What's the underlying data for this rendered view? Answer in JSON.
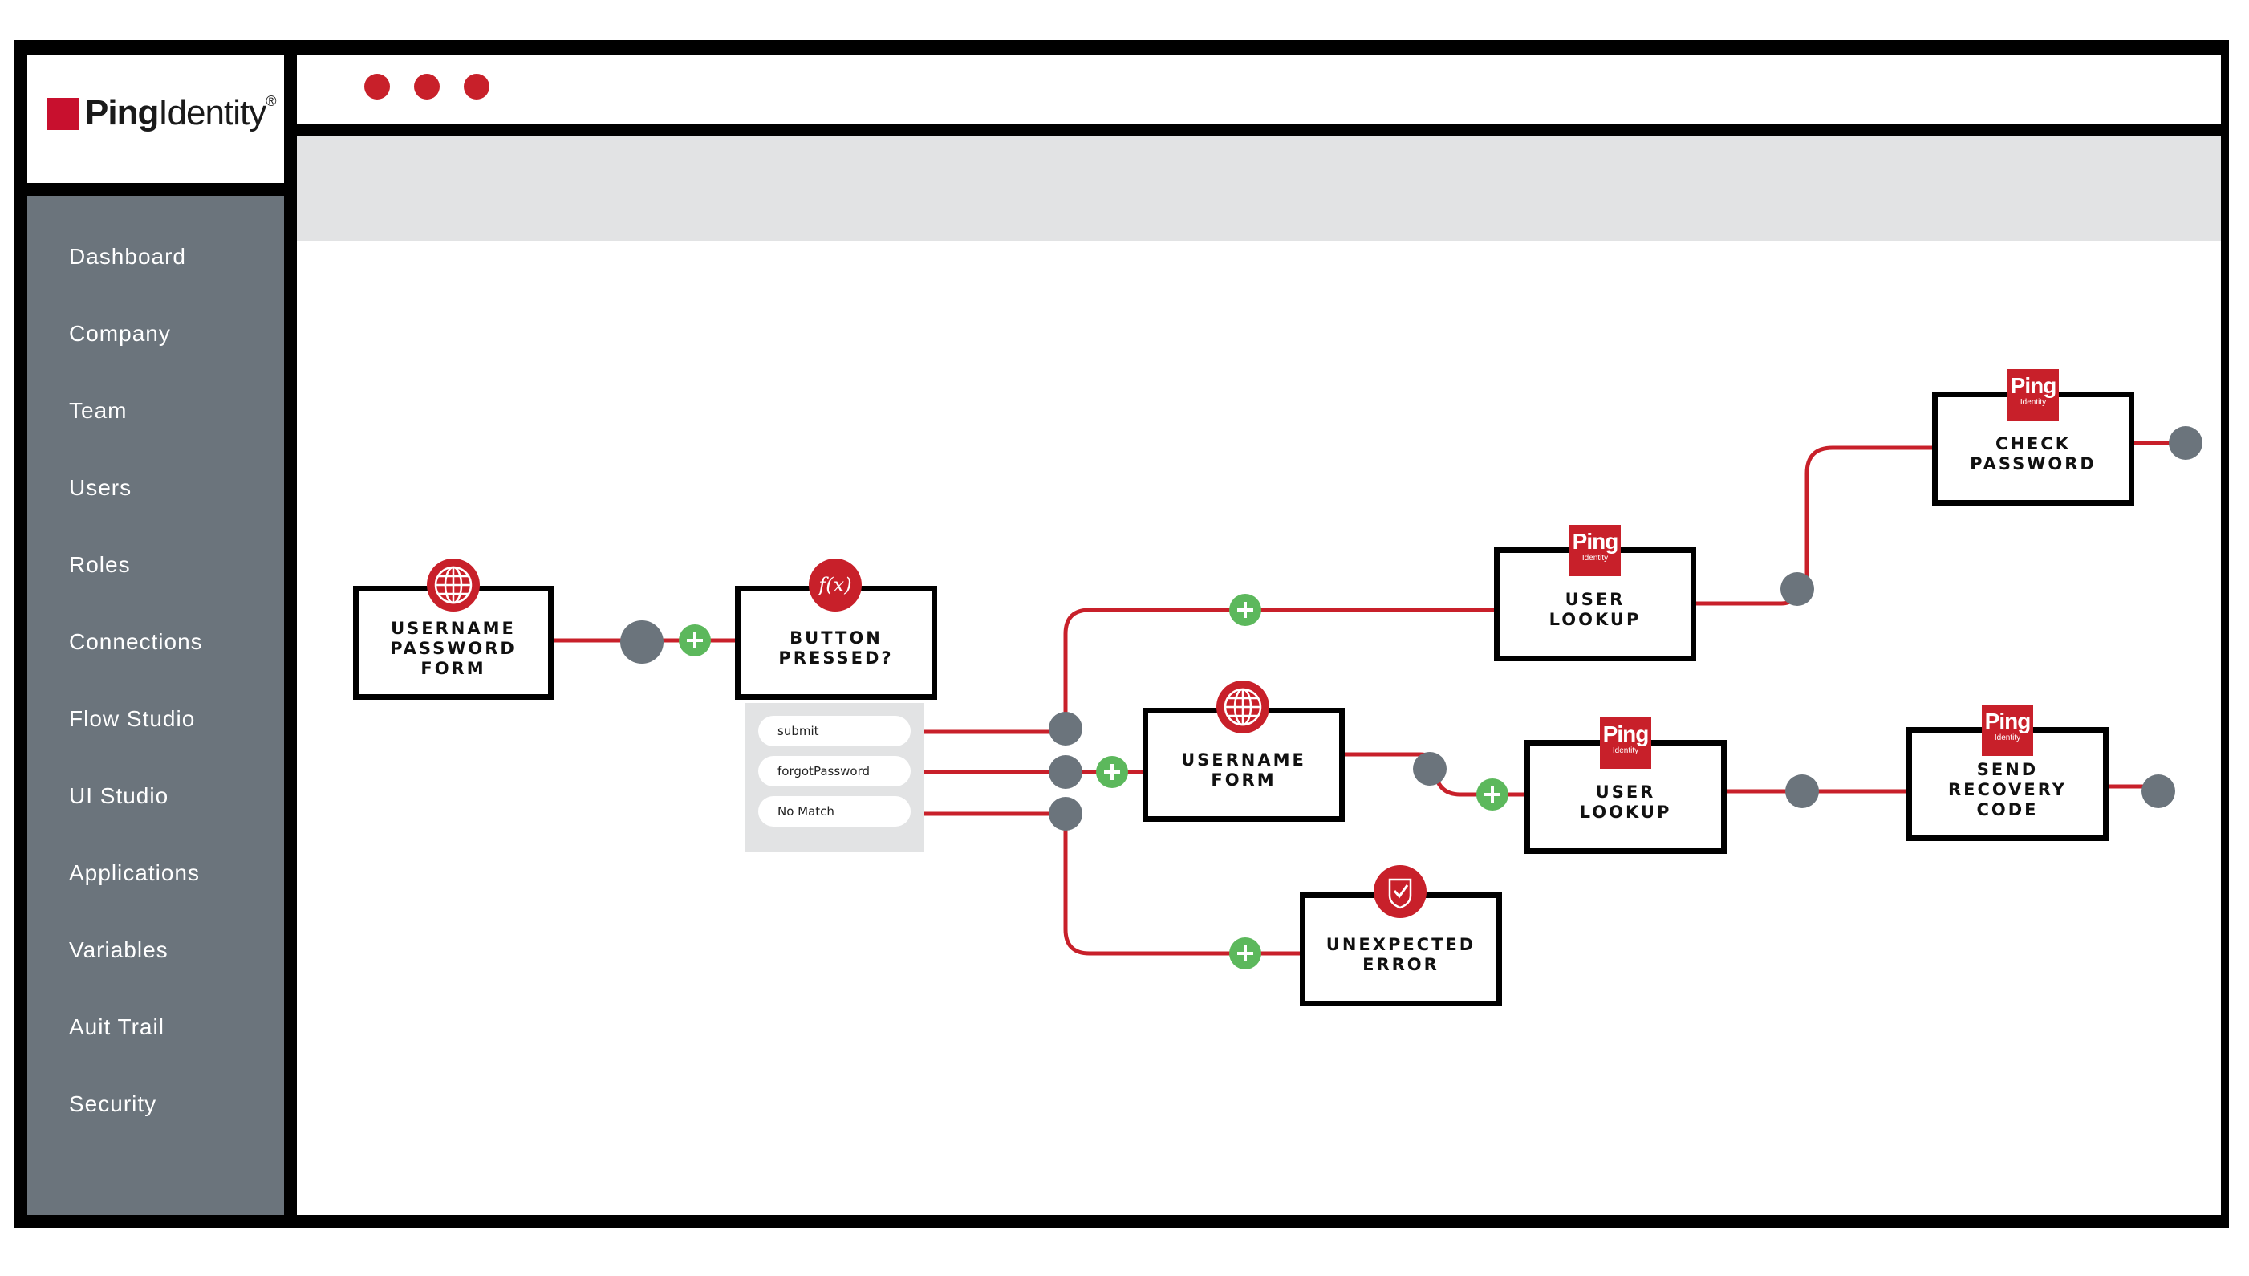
{
  "brand": {
    "logo_bold": "Ping",
    "logo_light": "Identity",
    "logo_reg": "®"
  },
  "sidebar": {
    "items": [
      {
        "label": "Dashboard"
      },
      {
        "label": "Company"
      },
      {
        "label": "Team"
      },
      {
        "label": "Users"
      },
      {
        "label": "Roles"
      },
      {
        "label": "Connections"
      },
      {
        "label": "Flow Studio"
      },
      {
        "label": "UI Studio"
      },
      {
        "label": "Applications"
      },
      {
        "label": "Variables"
      },
      {
        "label": "Auit Trail"
      },
      {
        "label": "Security"
      }
    ]
  },
  "colors": {
    "accent_red": "#c8202a",
    "sidebar_bg": "#6b747c",
    "toolbar_bg": "#e2e3e4",
    "connector_gray": "#6b747c",
    "add_green": "#5cb85c"
  },
  "flow": {
    "nodes": {
      "username_password_form": {
        "label": "USERNAME\nPASSWORD\nFORM",
        "icon": "globe-icon"
      },
      "button_pressed": {
        "label": "BUTTON\nPRESSED?",
        "icon": "function-icon",
        "icon_text": "f(x)"
      },
      "user_lookup_1": {
        "label": "USER\nLOOKUP",
        "icon": "ping-icon"
      },
      "check_password": {
        "label": "CHECK\nPASSWORD",
        "icon": "ping-icon"
      },
      "username_form": {
        "label": "USERNAME\nFORM",
        "icon": "globe-icon"
      },
      "user_lookup_2": {
        "label": "USER\nLOOKUP",
        "icon": "ping-icon"
      },
      "send_recovery_code": {
        "label": "SEND\nRECOVERY\nCODE",
        "icon": "ping-icon"
      },
      "unexpected_error": {
        "label": "UNEXPECTED\nERROR",
        "icon": "shield-check-icon"
      }
    },
    "branches": [
      "submit",
      "forgotPassword",
      "No Match"
    ],
    "ping_badge": {
      "word": "Ping",
      "sub": "Identity"
    }
  }
}
